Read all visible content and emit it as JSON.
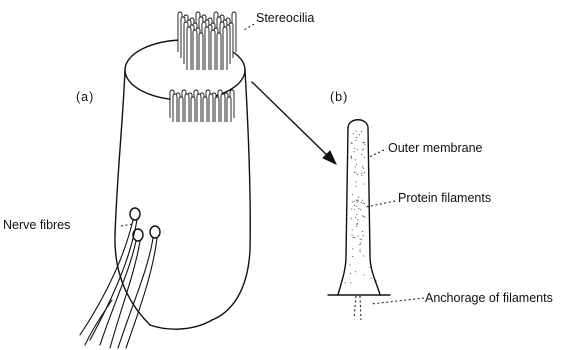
{
  "labels": {
    "stereocilia": "Stereocilia",
    "panel_a": "(a)",
    "panel_b": "(b)",
    "outer_membrane": "Outer membrane",
    "protein_filaments": "Protein filaments",
    "nerve_fibres": "Nerve fibres",
    "anchorage": "Anchorage of filaments"
  },
  "colors": {
    "ink": "#111111",
    "background": "#ffffff"
  }
}
